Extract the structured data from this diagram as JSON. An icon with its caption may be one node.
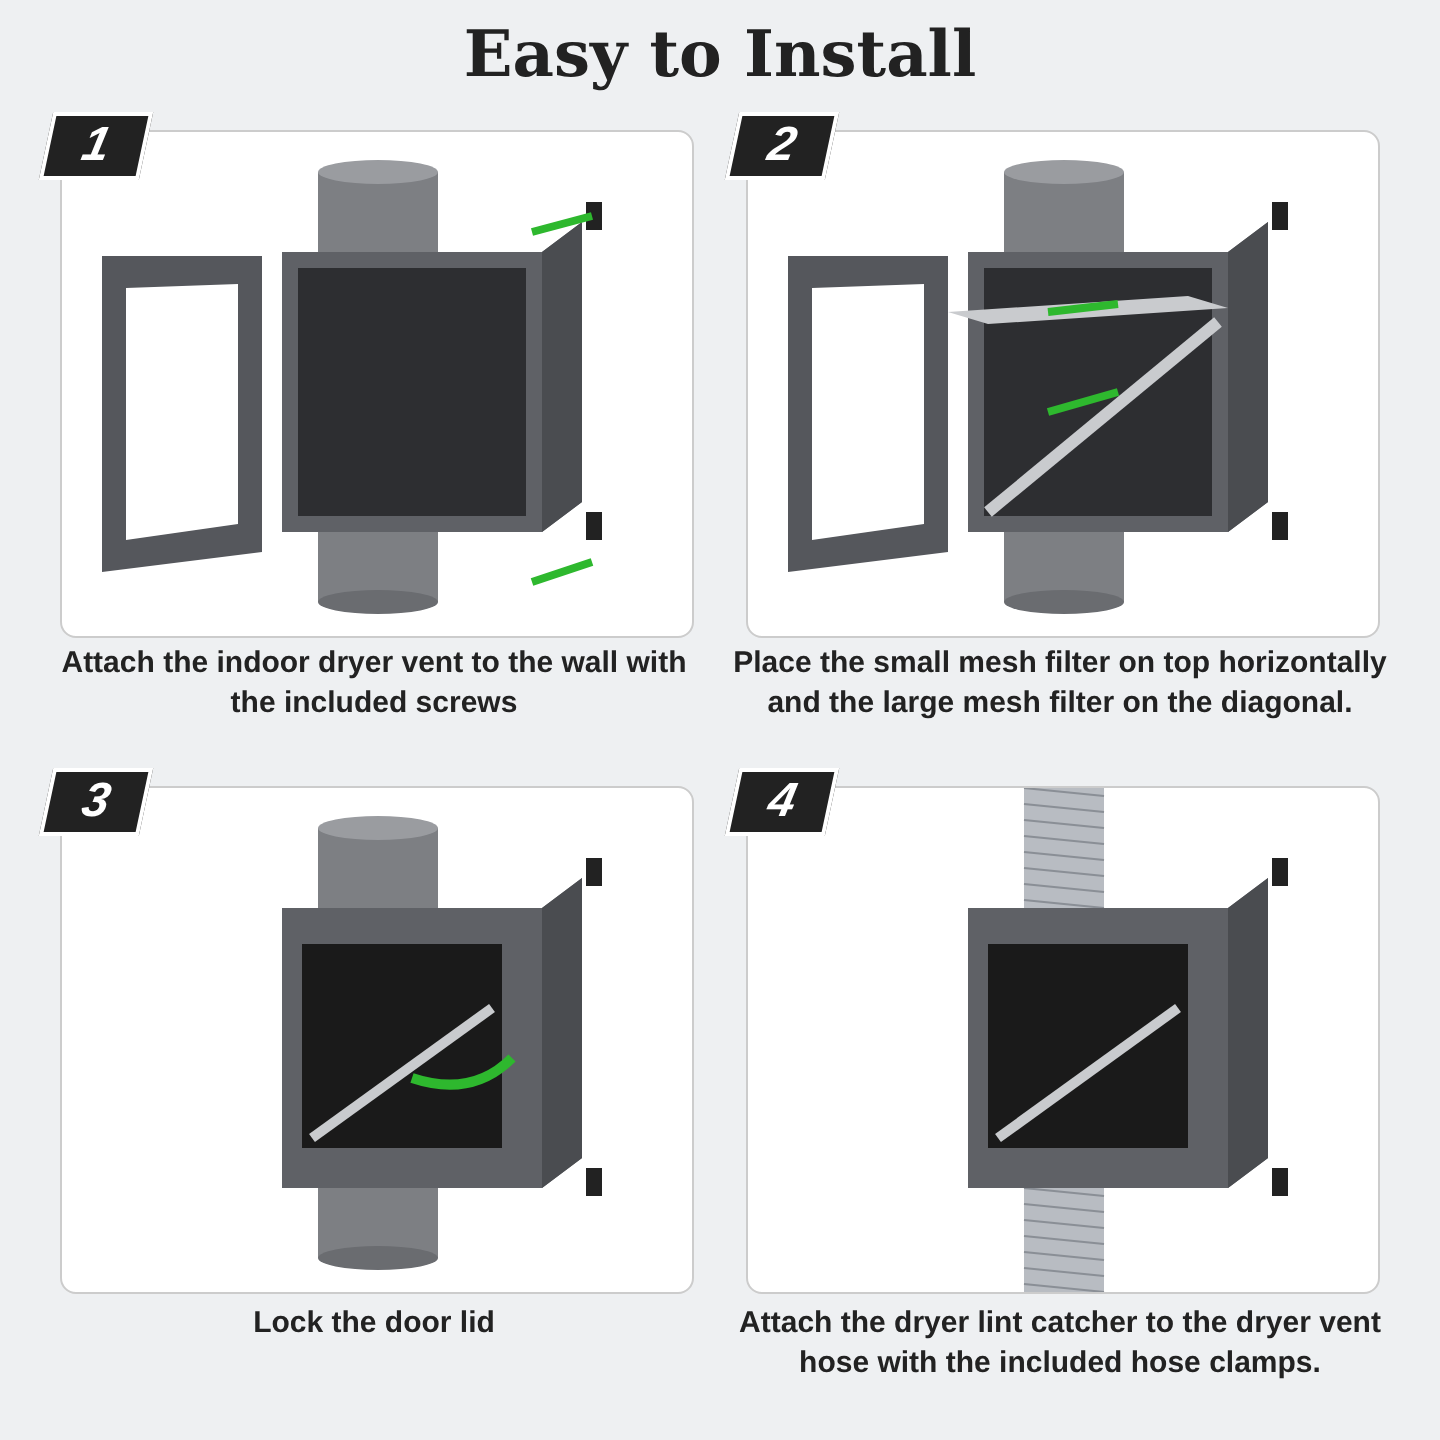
{
  "diagram": {
    "title": "Easy to Install",
    "nodes": [
      {
        "text": [
          "1"
        ],
        "beside": [
          "Attach the indoor dryer vent to the wall with the included screws"
        ]
      },
      {
        "text": [
          "2"
        ],
        "beside": [
          "Place the small mesh filter on top horizontally and the large mesh filter on the diagonal."
        ]
      },
      {
        "text": [
          "3"
        ],
        "beside": [
          "Lock the door lid"
        ]
      },
      {
        "text": [
          "4"
        ],
        "beside": [
          "Attach the dryer lint catcher to the dryer vent hose with the included hose clamps."
        ]
      }
    ]
  }
}
